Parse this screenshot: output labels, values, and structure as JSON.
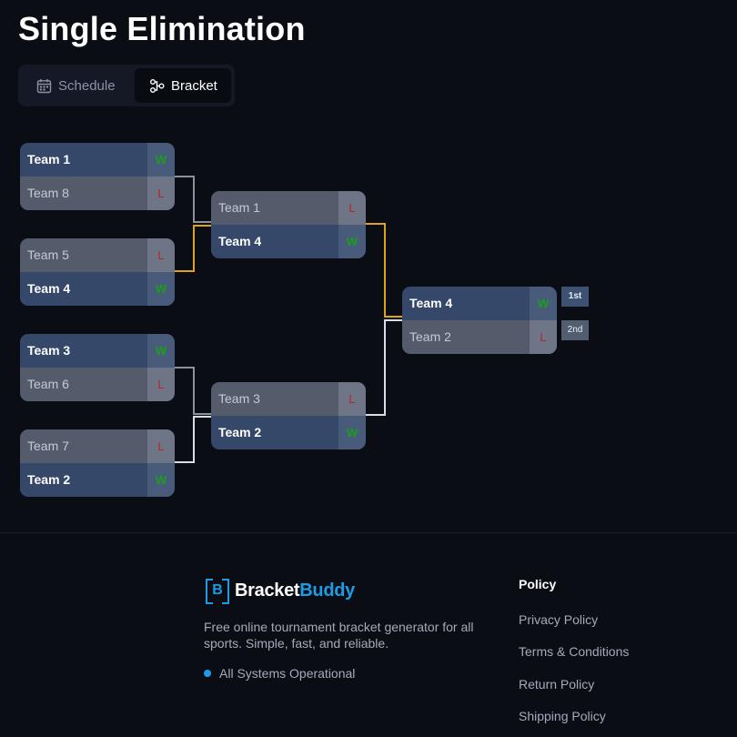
{
  "page": {
    "title": "Single Elimination"
  },
  "tabs": [
    {
      "label": "Schedule",
      "icon": "calendar-icon",
      "active": false
    },
    {
      "label": "Bracket",
      "icon": "bracket-icon",
      "active": true
    }
  ],
  "bracket": {
    "matches": [
      {
        "round": 1,
        "teams": [
          {
            "name": "Team 1",
            "result": "W"
          },
          {
            "name": "Team 8",
            "result": "L"
          }
        ]
      },
      {
        "round": 1,
        "teams": [
          {
            "name": "Team 5",
            "result": "L"
          },
          {
            "name": "Team 4",
            "result": "W"
          }
        ]
      },
      {
        "round": 1,
        "teams": [
          {
            "name": "Team 3",
            "result": "W"
          },
          {
            "name": "Team 6",
            "result": "L"
          }
        ]
      },
      {
        "round": 1,
        "teams": [
          {
            "name": "Team 7",
            "result": "L"
          },
          {
            "name": "Team 2",
            "result": "W"
          }
        ]
      },
      {
        "round": 2,
        "teams": [
          {
            "name": "Team 1",
            "result": "L"
          },
          {
            "name": "Team 4",
            "result": "W"
          }
        ]
      },
      {
        "round": 2,
        "teams": [
          {
            "name": "Team 3",
            "result": "L"
          },
          {
            "name": "Team 2",
            "result": "W"
          }
        ]
      },
      {
        "round": 3,
        "teams": [
          {
            "name": "Team 4",
            "result": "W"
          },
          {
            "name": "Team 2",
            "result": "L"
          }
        ]
      }
    ],
    "placements": [
      "1st",
      "2nd"
    ],
    "colors": {
      "winner_path": "#e0a31c",
      "other_path": "#d9dde4",
      "loser_path": "#8c929c",
      "win": "#18a018",
      "loss": "#b8242a"
    }
  },
  "footer": {
    "brand": {
      "prefix": "Bracket",
      "suffix": "Buddy",
      "mark": "B"
    },
    "tagline": "Free online tournament bracket generator for all sports. Simple, fast, and reliable.",
    "status": "All Systems Operational",
    "policy": {
      "heading": "Policy",
      "links": [
        "Privacy Policy",
        "Terms & Conditions",
        "Return Policy",
        "Shipping Policy"
      ]
    }
  }
}
